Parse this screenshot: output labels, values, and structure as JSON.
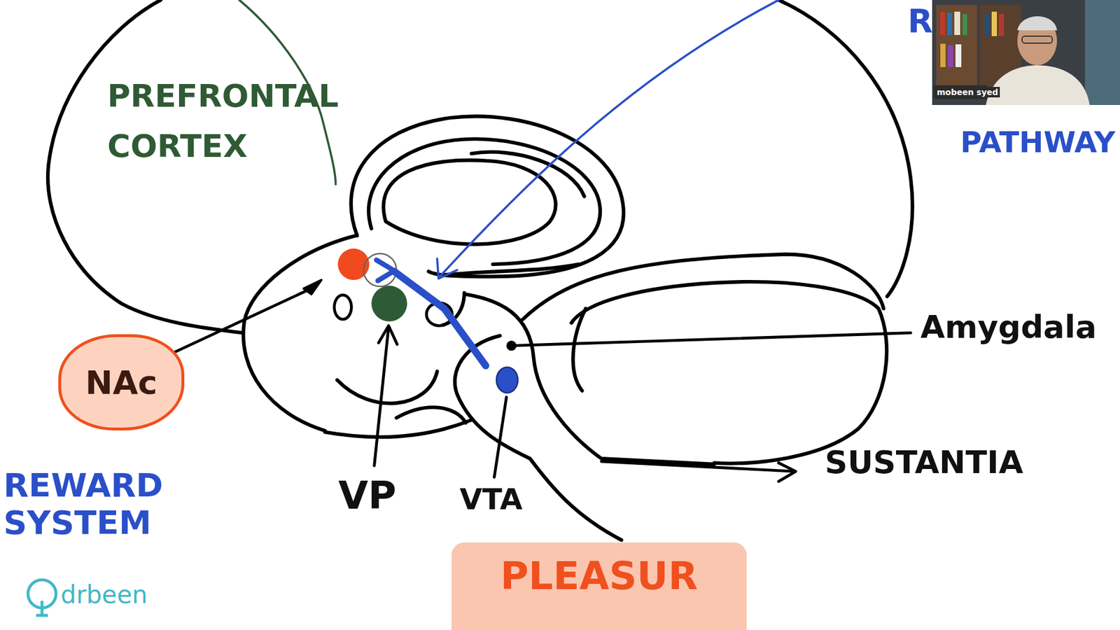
{
  "diagram": {
    "nodes": [
      {
        "text": [
          "NAc"
        ]
      },
      {
        "text": [
          "PLEASUR"
        ]
      }
    ],
    "labels": [
      "PREFRONTAL CORTEX",
      "REWARD SYSTEM",
      "VP",
      "VTA",
      "Amygdala",
      "SUSTANTIA",
      "R",
      "PATHWAY",
      "mobeen syed",
      "drbeen"
    ]
  }
}
